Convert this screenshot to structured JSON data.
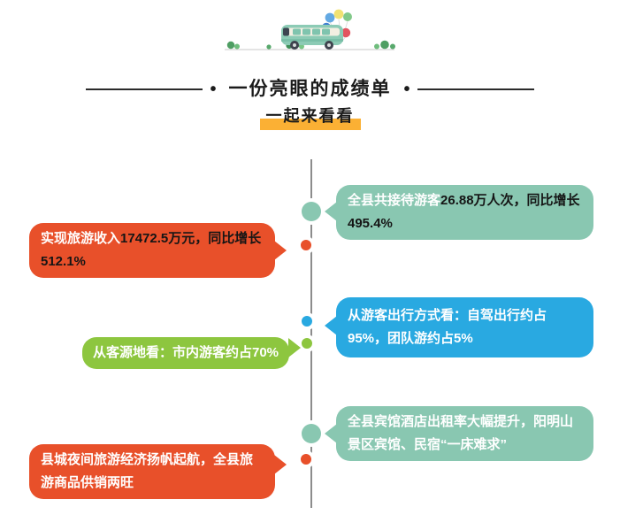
{
  "header": {
    "bullet": "•",
    "title": "一份亮眼的成绩单",
    "subtitle": "一起来看看"
  },
  "illustration": {
    "icon": "minibus-with-balloons-and-trees-icon"
  },
  "timeline": {
    "items": [
      {
        "side": "right",
        "color": "teal",
        "marker": "filled-dot",
        "lead": "全县共接待游客",
        "rest": "26.88万人次，同比增长495.4%"
      },
      {
        "side": "left",
        "color": "orange",
        "marker": "ring",
        "lead": "实现旅游收入",
        "rest": "17472.5万元，同比增长512.1%"
      },
      {
        "side": "right",
        "color": "blue",
        "marker": "ring",
        "lead": "从游客出行方式看：自驾出行约占95%，团队游约占5%",
        "rest": ""
      },
      {
        "side": "left",
        "color": "green",
        "marker": "ring",
        "lead": "从客源地看：市内游客约占70%",
        "rest": ""
      },
      {
        "side": "right",
        "color": "teal",
        "marker": "filled-dot",
        "lead": "全县宾馆酒店出租率大幅提升，阳明山景区宾馆、民宿“一床难求”",
        "rest": ""
      },
      {
        "side": "left",
        "color": "orange",
        "marker": "ring",
        "lead": "县城夜间旅游经济扬帆起航，全县旅游商品供销两旺",
        "rest": ""
      }
    ]
  },
  "colors": {
    "teal": "#89c7b1",
    "orange": "#e8502a",
    "blue": "#29a9e1",
    "green": "#8dc63f",
    "yellow": "#fbb034",
    "gray-line": "#8c8c8c",
    "rule": "#2b2b2b",
    "dark": "#1b1b1b"
  }
}
